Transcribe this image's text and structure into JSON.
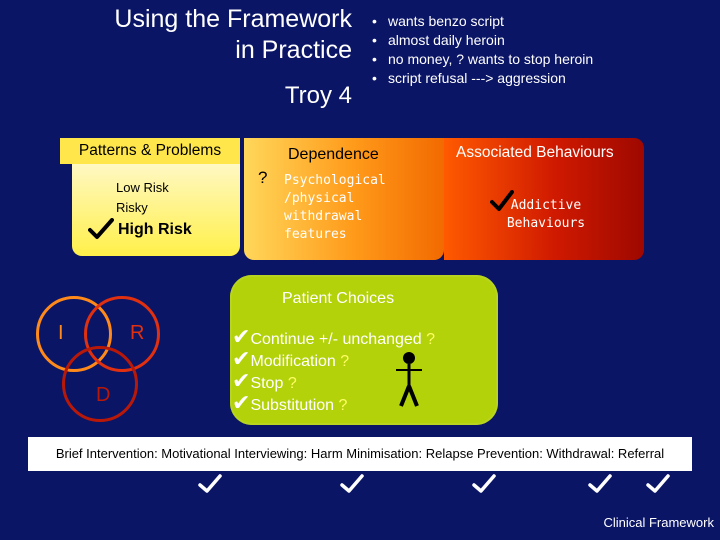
{
  "header": {
    "title_line1": "Using the Framework",
    "title_line2": "in Practice",
    "subtitle": "Troy 4"
  },
  "case_bullets": [
    "wants benzo script",
    "almost daily heroin",
    "no money, ? wants to stop heroin",
    "script refusal ---> aggression"
  ],
  "patterns": {
    "heading": "Patterns & Problems",
    "items": [
      "Low Risk",
      "Risky",
      "High Risk"
    ]
  },
  "dependence": {
    "heading": "Dependence",
    "marker": "?",
    "text_lines": [
      "Psychological",
      "/physical",
      "withdrawal",
      "features"
    ]
  },
  "associated": {
    "heading": "Associated Behaviours",
    "text_lines": [
      "Addictive",
      "Behaviours"
    ]
  },
  "patient_choices": {
    "heading": "Patient Choices",
    "items": [
      {
        "label": "Continue +/- unchanged",
        "q": "?"
      },
      {
        "label": "Modification",
        "q": "?"
      },
      {
        "label": "Stop",
        "q": "?"
      },
      {
        "label": "Substitution",
        "q": "?"
      }
    ]
  },
  "venn": {
    "labels": [
      "I",
      "R",
      "D"
    ],
    "colors": [
      "#ff8a1a",
      "#e03010",
      "#b81808"
    ]
  },
  "intervention_bar": {
    "text": "Brief Intervention: Motivational Interviewing: Harm Minimisation: Relapse Prevention: Withdrawal: Referral"
  },
  "footer": "Clinical Framework",
  "icons": {
    "check": "check-icon",
    "figure": "stick-figure-icon"
  }
}
